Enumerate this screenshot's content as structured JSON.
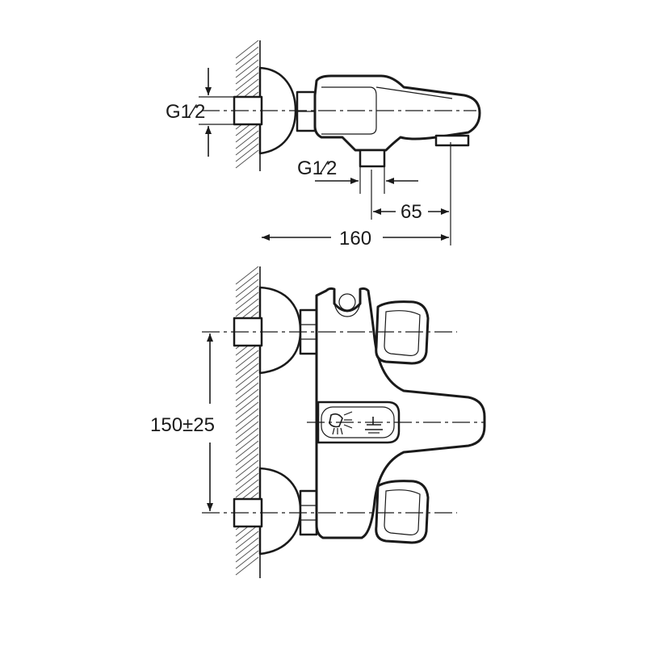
{
  "dimensions": {
    "inlet_thread": "G1⁄2",
    "outlet_thread": "G1⁄2",
    "spout_offset": "65",
    "total_projection": "160",
    "center_distance": "150±25"
  }
}
